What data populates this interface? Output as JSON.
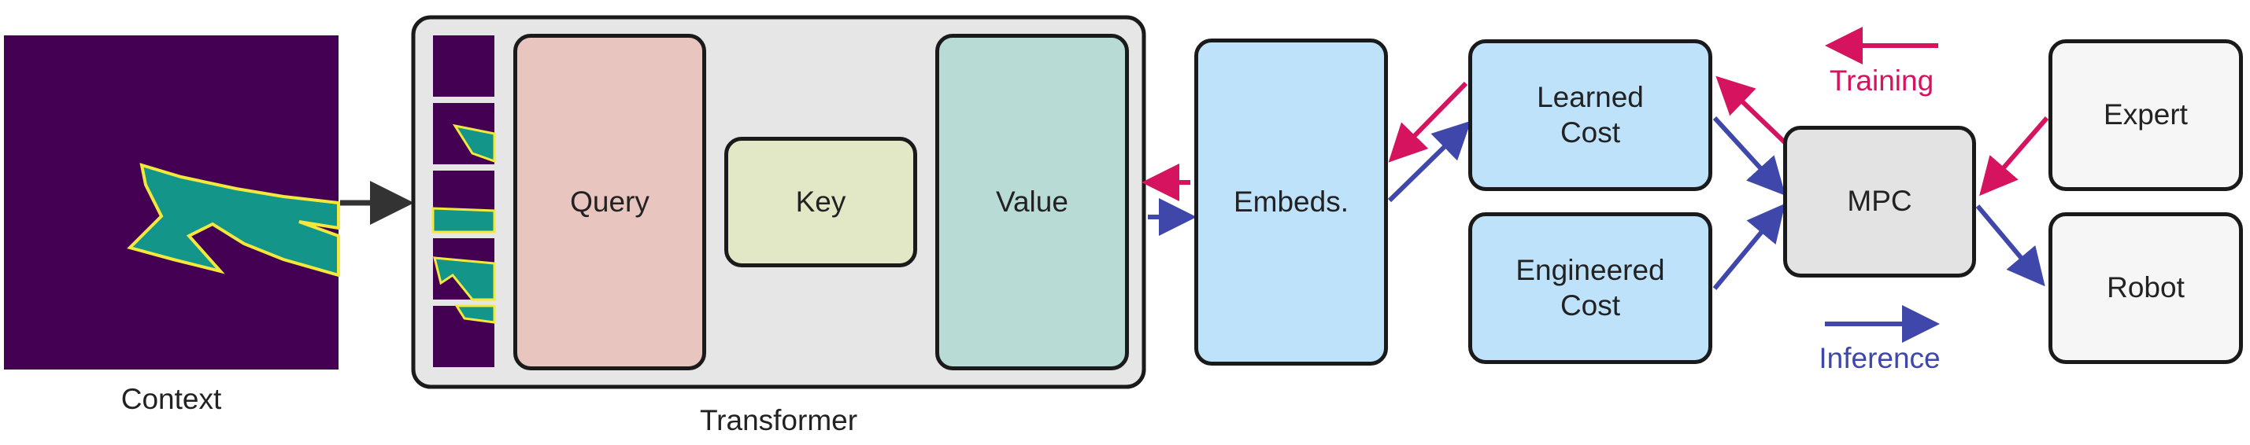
{
  "context": {
    "label": "Context"
  },
  "transformer": {
    "label": "Transformer",
    "query": "Query",
    "key": "Key",
    "value": "Value"
  },
  "embeds": "Embeds.",
  "learned_cost": {
    "line1": "Learned",
    "line2": "Cost"
  },
  "engineered_cost": {
    "line1": "Engineered",
    "line2": "Cost"
  },
  "mpc": "MPC",
  "expert": "Expert",
  "robot": "Robot",
  "legend": {
    "training": "Training",
    "inference": "Inference"
  },
  "colors": {
    "training": "#d6135f",
    "inference": "#3f48aa",
    "context_bg": "#440154",
    "context_shape": "#149589",
    "context_edge": "#f3e93c",
    "query_fill": "#e8c6bf",
    "key_fill": "#e2e8c6",
    "value_fill": "#b9dbd5",
    "cost_fill": "#bfe2fb",
    "mpc_fill": "#e3e3e3",
    "transformer_fill": "#e6e6e6",
    "light_fill": "#f6f6f6"
  }
}
